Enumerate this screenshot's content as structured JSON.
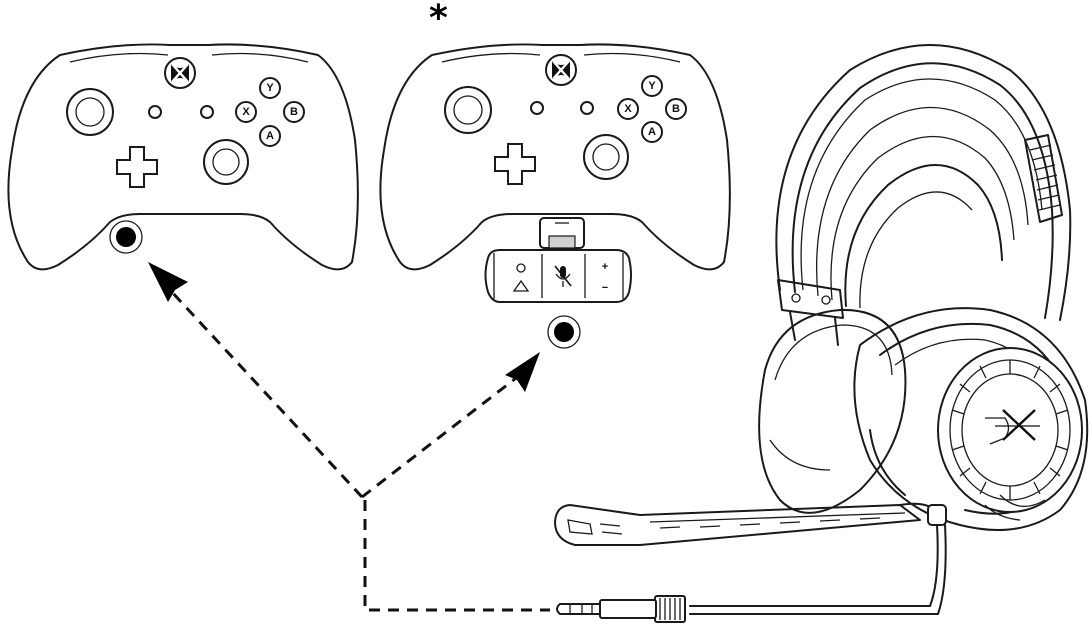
{
  "annotation": {
    "asterisk": "*"
  },
  "controller_buttons": {
    "y": "Y",
    "x": "X",
    "b": "B",
    "a": "A"
  },
  "adapter_controls": {
    "plus": "+",
    "minus": "−"
  },
  "brand_mark": "HyperX",
  "colors": {
    "line": "#1a1a1a",
    "background": "#ffffff"
  },
  "icons": [
    "xbox-logo-icon",
    "chat-balance-icon",
    "mic-mute-icon",
    "volume-icon",
    "audio-jack-icon",
    "arrow-icon"
  ]
}
